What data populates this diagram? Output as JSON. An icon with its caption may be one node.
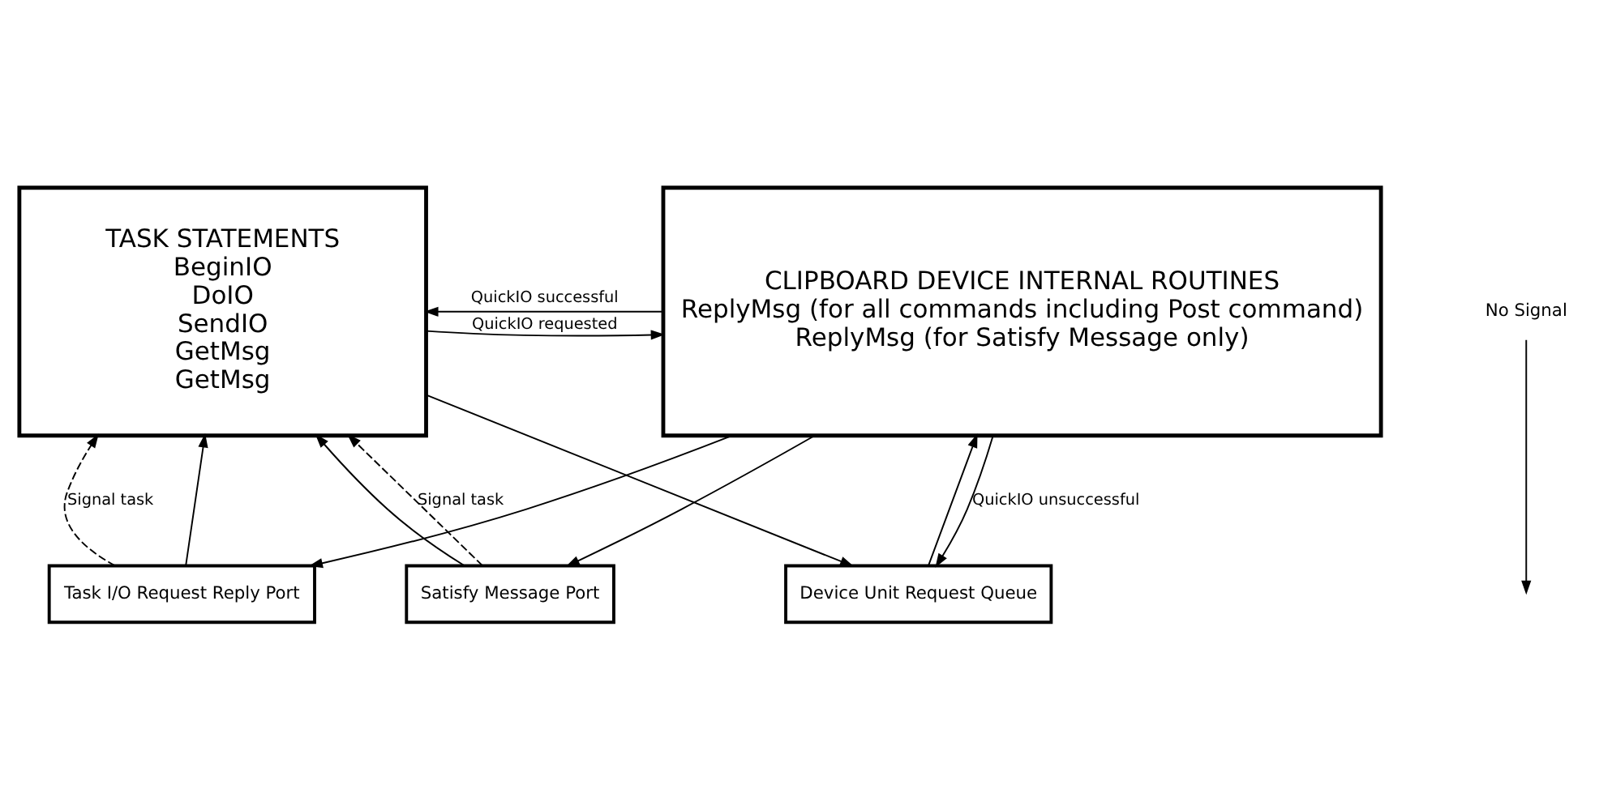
{
  "diagram": {
    "nodes": [
      {
        "text": [
          "TASK STATEMENTS",
          "BeginIO",
          "DoIO",
          "SendIO",
          "GetMsg",
          "GetMsg"
        ]
      },
      {
        "text": [
          "CLIPBOARD DEVICE INTERNAL ROUTINES",
          "ReplyMsg (for all commands including Post command)",
          "ReplyMsg (for Satisfy Message only)"
        ]
      },
      {
        "text": [
          "No Signal"
        ]
      },
      {
        "text": [
          "Task I/O Request Reply Port"
        ]
      },
      {
        "text": [
          "Satisfy Message Port"
        ]
      },
      {
        "text": [
          "Device Unit Request Queue"
        ]
      }
    ],
    "edges": [
      {
        "from": 0,
        "to": 1,
        "arrow": "to",
        "label": "QuickIO requested"
      },
      {
        "from": 1,
        "to": 0,
        "arrow": "to",
        "label": "QuickIO successful"
      },
      {
        "from": 2,
        "to": null,
        "arrow": "to"
      },
      {
        "from": 3,
        "to": 0,
        "arrow": "to",
        "label": "Signal task",
        "style": "dashed"
      },
      {
        "from": 3,
        "to": 0,
        "arrow": "to"
      },
      {
        "from": 4,
        "to": 0,
        "arrow": "to",
        "label": "Signal task",
        "style": "dashed"
      },
      {
        "from": 4,
        "to": 0,
        "arrow": "to"
      },
      {
        "from": 0,
        "to": 5,
        "arrow": "to"
      },
      {
        "from": 1,
        "to": 5,
        "arrow": "to",
        "label": "QuickIO unsuccessful"
      },
      {
        "from": 5,
        "to": 1,
        "arrow": "to"
      },
      {
        "from": 1,
        "to": 3,
        "arrow": "to"
      },
      {
        "from": 1,
        "to": 4,
        "arrow": "to"
      }
    ]
  }
}
